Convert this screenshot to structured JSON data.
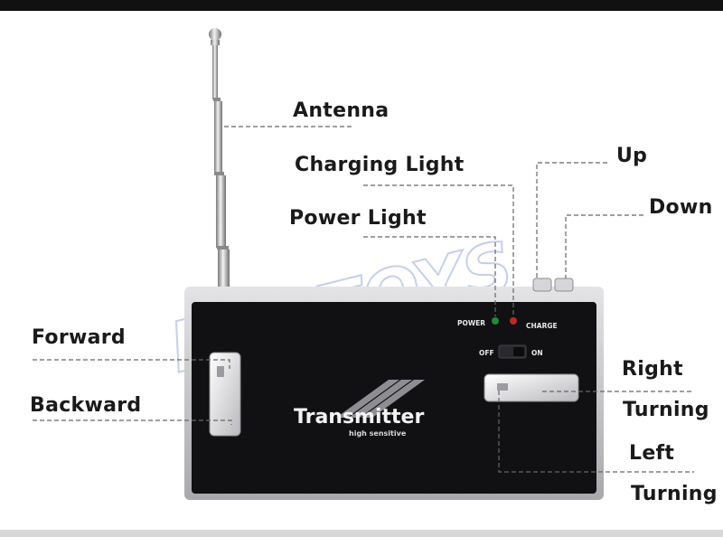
{
  "labels": {
    "antenna": "Antenna",
    "charging_light": "Charging Light",
    "power_light": "Power Light",
    "up": "Up",
    "down": "Down",
    "forward": "Forward",
    "backward": "Backward",
    "right": "Right",
    "turning_right": "Turning",
    "left": "Left",
    "turning_left": "Turning"
  },
  "device": {
    "brand": "Transmitter",
    "tagline": "high sensitive",
    "power_label": "POWER",
    "charge_label": "CHARGE",
    "off_label": "OFF",
    "on_label": "ON"
  },
  "watermark": "PIG-TOYS",
  "colors": {
    "body": "#111114",
    "frame": "#c9c9cc",
    "power_led": "#1f8a3a",
    "charge_led": "#c0281f",
    "leader_line": "#666666",
    "watermark": "#9aa8d8"
  }
}
